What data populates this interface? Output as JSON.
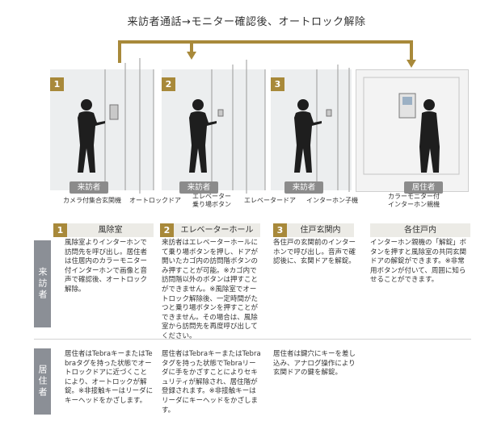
{
  "title": "来訪者通話→モニター確認後、オートロック解除",
  "colors": {
    "accent": "#a8893a",
    "tag": "#8b8b8b",
    "side": "#8b8f96",
    "header_bg": "#ecebe6"
  },
  "steps": [
    {
      "num": "1",
      "person_tag": "来訪者",
      "header": "風除室",
      "visitor_text": "風除室よりインターホンで訪問先を呼び出し。居住者は住居内のカラーモニター付インターホンで画像と音声で確認後、オートロック解除。",
      "resident_text": "居住者はTebraキーまたはTebraタグを持った状態でオートロックドアに近づくことにより、オートロックが解錠。※非接触キーはリーダにキーヘッドをかざします。"
    },
    {
      "num": "2",
      "person_tag": "来訪者",
      "header": "エレベーターホール",
      "visitor_text": "来訪者はエレベーターホールにて乗り場ボタンを押し、ドアが開いたカゴ内の訪問階ボタンのみ押すことが可能。※カゴ内で訪問階以外のボタンは押すことができません。※風除室でオートロック解除後、一定時間がたつと乗り場ボタンを押すことができません。その場合は、風除室から訪問先を再度呼び出してください。",
      "resident_text": "居住者はTebraキーまたはTebraタグを持った状態でTebraリーダに手をかざすことによりセキュリティが解除され、居住階が登録されます。※非接触キーはリーダにキーヘッドをかざします。"
    },
    {
      "num": "3",
      "person_tag": "来訪者",
      "header": "住戸玄関内",
      "visitor_text": "各住戸の玄関前のインターホンで呼び出し。音声で確認後に、玄関ドアを解錠。",
      "resident_text": "居住者は鍵穴にキーを差し込み、アナログ操作により玄関ドアの鍵を解錠。"
    },
    {
      "num": "",
      "person_tag": "居住者",
      "header": "各住戸内",
      "visitor_text": "インターホン親機の「解錠」ボタンを押すと風除室の共同玄関ドアの解錠ができます。※非常用ボタンが付いて、周囲に知らせることができます。",
      "resident_text": ""
    }
  ],
  "labels": {
    "camera": "カメラ付集合玄関機",
    "autolock_door": "オートロックドア",
    "elevator_button_1": "エレベーター",
    "elevator_button_2": "乗り場ボタン",
    "elevator_door": "エレベータードア",
    "interphone_unit": "インターホン子機",
    "monitor_1": "カラーモニター付",
    "monitor_2": "インターホン親機"
  },
  "rows": {
    "visitor": "来訪者",
    "resident": "居住者"
  }
}
